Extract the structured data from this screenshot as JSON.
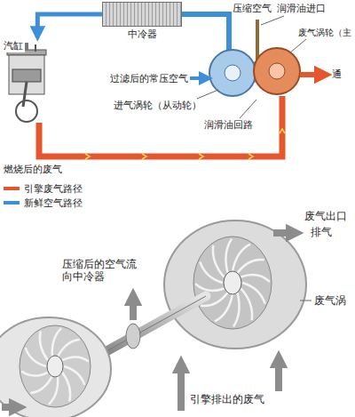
{
  "diagram": {
    "nodes": [
      {
        "text": [
          "汽缸"
        ]
      },
      {
        "text": [
          "中冷器"
        ]
      }
    ],
    "edges": [
      {
        "from": 1,
        "to": 0,
        "arrow": "to"
      }
    ],
    "labels": [
      "压缩空气",
      "润滑油进口",
      "废气涡轮（主",
      "过滤后的常压空气",
      "进气涡轮（从动轮）",
      "润滑油回路",
      "燃烧后的废气",
      "通",
      "压缩后的空气流向中冷器",
      "废气出口",
      "排气",
      "废气涡",
      "引擎排出的废气"
    ],
    "legend": [
      {
        "text": "引擎废气路径",
        "color": "#e4572e"
      },
      {
        "text": "新鲜空气路径",
        "color": "#3d8fd8"
      }
    ]
  }
}
